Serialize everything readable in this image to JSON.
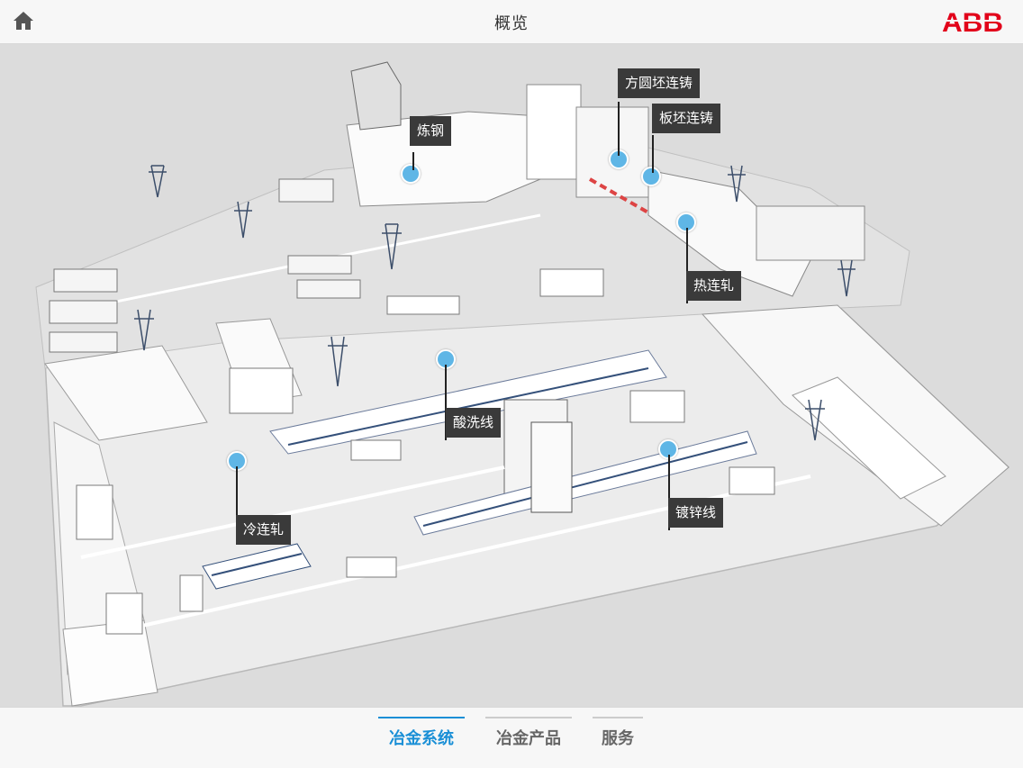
{
  "header": {
    "title": "概览",
    "home_icon": "home-icon",
    "logo_text": "ABB",
    "logo_color": "#e2001a"
  },
  "map": {
    "marker_color": "#5fb6e6",
    "hotspots": [
      {
        "id": "steelmaking",
        "label": "炼钢"
      },
      {
        "id": "billet-casting",
        "label": "方圆坯连铸"
      },
      {
        "id": "slab-casting",
        "label": "板坯连铸"
      },
      {
        "id": "hot-rolling",
        "label": "热连轧"
      },
      {
        "id": "pickling",
        "label": "酸洗线"
      },
      {
        "id": "galvanizing",
        "label": "镀锌线"
      },
      {
        "id": "cold-rolling",
        "label": "冷连轧"
      }
    ]
  },
  "tabs": {
    "items": [
      {
        "label": "冶金系统",
        "active": true
      },
      {
        "label": "冶金产品",
        "active": false
      },
      {
        "label": "服务",
        "active": false
      }
    ],
    "active_color": "#1a8fd6"
  }
}
